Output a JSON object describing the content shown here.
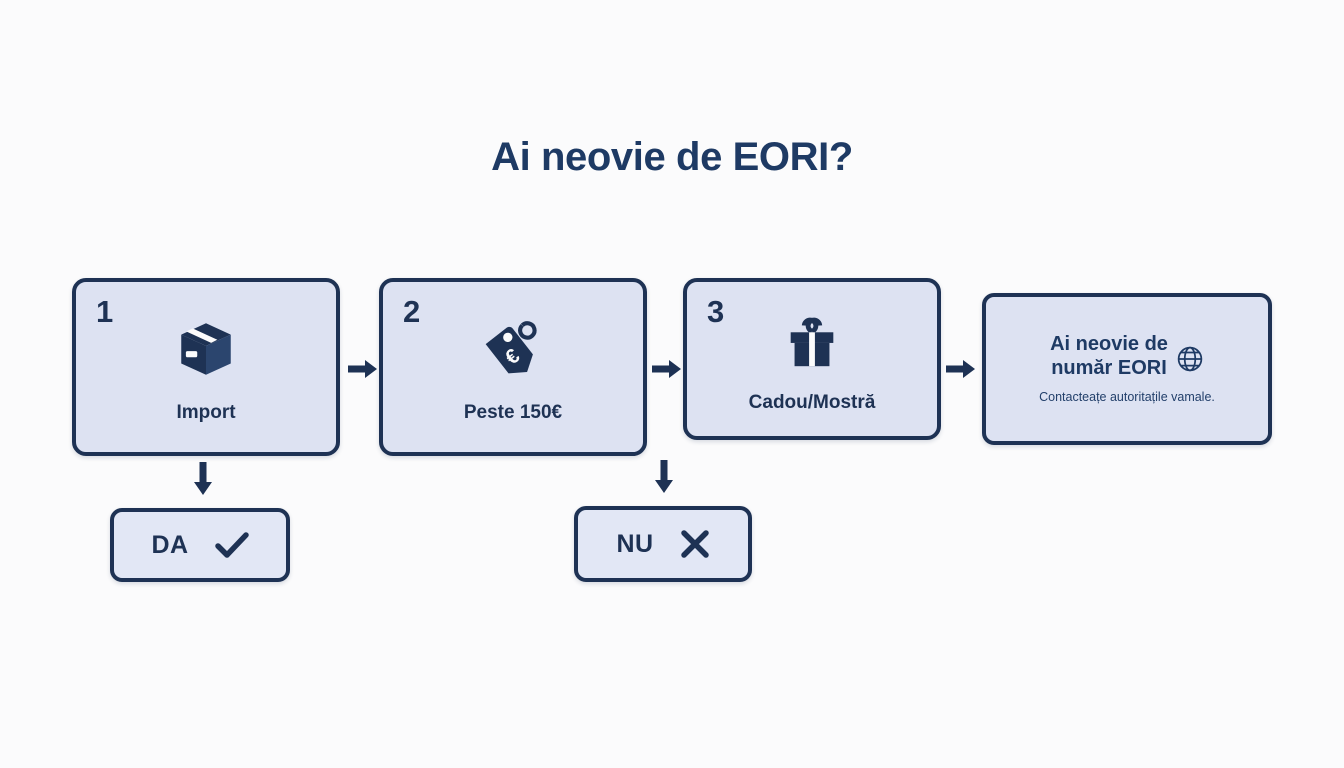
{
  "title": "Ai neovie de EORI?",
  "colors": {
    "background": "#fbfbfc",
    "navy": "#1e3254",
    "title_navy": "#1e3a64",
    "card_fill": "#dde2f2",
    "badge_fill": "#e2e7f5"
  },
  "steps": [
    {
      "number": "1",
      "label": "Import",
      "icon": "package-box-icon"
    },
    {
      "number": "2",
      "label": "Peste 150€",
      "icon": "price-tag-euro-icon"
    },
    {
      "number": "3",
      "label": "Cadou/Mostră",
      "icon": "gift-box-icon"
    }
  ],
  "result": {
    "heading_line1": "Ai neovie de",
    "heading_line2": "număr EORI",
    "icon": "globe-icon",
    "subtitle": "Contacteațe autoritațile vamale."
  },
  "answers": [
    {
      "label": "DA",
      "mark": "check-icon"
    },
    {
      "label": "NU",
      "mark": "x-icon"
    }
  ],
  "arrows": {
    "horizontal": "arrow-right-icon",
    "vertical": "arrow-down-icon"
  }
}
